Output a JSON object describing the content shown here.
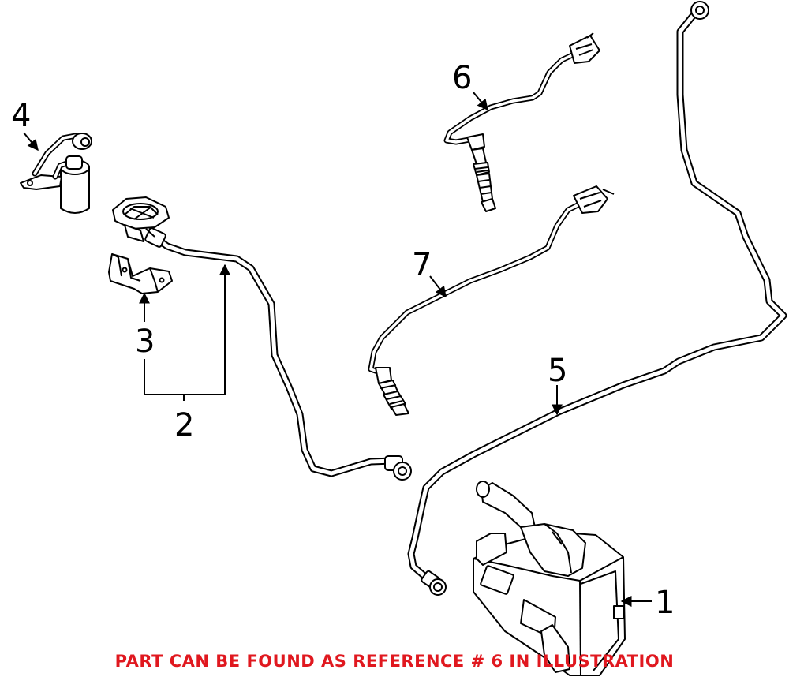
{
  "callouts": {
    "c1": "1",
    "c2": "2",
    "c3": "3",
    "c4": "4",
    "c5": "5",
    "c6": "6",
    "c7": "7"
  },
  "caption": "PART CAN BE FOUND AS REFERENCE # 6 IN ILLUSTRATION",
  "colors": {
    "caption": "#e0181f",
    "line": "#000000",
    "background": "#ffffff"
  }
}
